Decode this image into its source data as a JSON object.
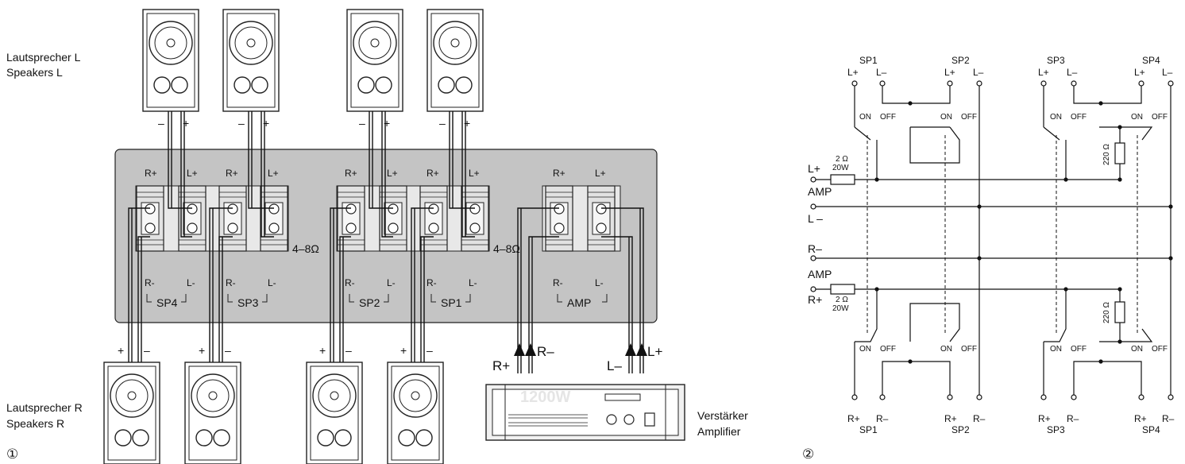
{
  "fig1": {
    "number": "①",
    "speakers_l": {
      "de": "Lautsprecher L",
      "en": "Speakers L"
    },
    "speakers_r": {
      "de": "Lautsprecher R",
      "en": "Speakers R"
    },
    "amplifier": {
      "de": "Verstärker",
      "en": "Amplifier"
    },
    "impedance": "4–8Ω",
    "groups": [
      {
        "label": "SP4",
        "top": [
          "R+",
          "L+"
        ],
        "bottom": [
          "R-",
          "L-"
        ]
      },
      {
        "label": "SP3",
        "top": [
          "R+",
          "L+"
        ],
        "bottom": [
          "R-",
          "L-"
        ]
      },
      {
        "label": "SP2",
        "top": [
          "R+",
          "L+"
        ],
        "bottom": [
          "R-",
          "L-"
        ]
      },
      {
        "label": "SP1",
        "top": [
          "R+",
          "L+"
        ],
        "bottom": [
          "R-",
          "L-"
        ]
      },
      {
        "label": "AMP",
        "top": [
          "R+",
          "L+"
        ],
        "bottom": [
          "R-",
          "L-"
        ]
      }
    ],
    "polarity": {
      "minus": "–",
      "plus": "+"
    },
    "amp_lines": {
      "r_plus": "R+",
      "r_minus": "R–",
      "l_minus": "L–",
      "l_plus": "L+"
    },
    "amp_brand": "1200W"
  },
  "fig2": {
    "number": "②",
    "sp_labels": [
      "SP1",
      "SP2",
      "SP3",
      "SP4"
    ],
    "l_plus": "L+",
    "l_minus": "L–",
    "r_plus": "R+",
    "r_minus": "R–",
    "on": "ON",
    "off": "OFF",
    "amp": "AMP",
    "resistor_ohm": "2 Ω",
    "resistor_watt": "20W",
    "load": "220 Ω",
    "amp_l_plus": "L+",
    "amp_l_minus": "L –",
    "amp_r_minus": "R–",
    "amp_r_plus": "R+"
  }
}
